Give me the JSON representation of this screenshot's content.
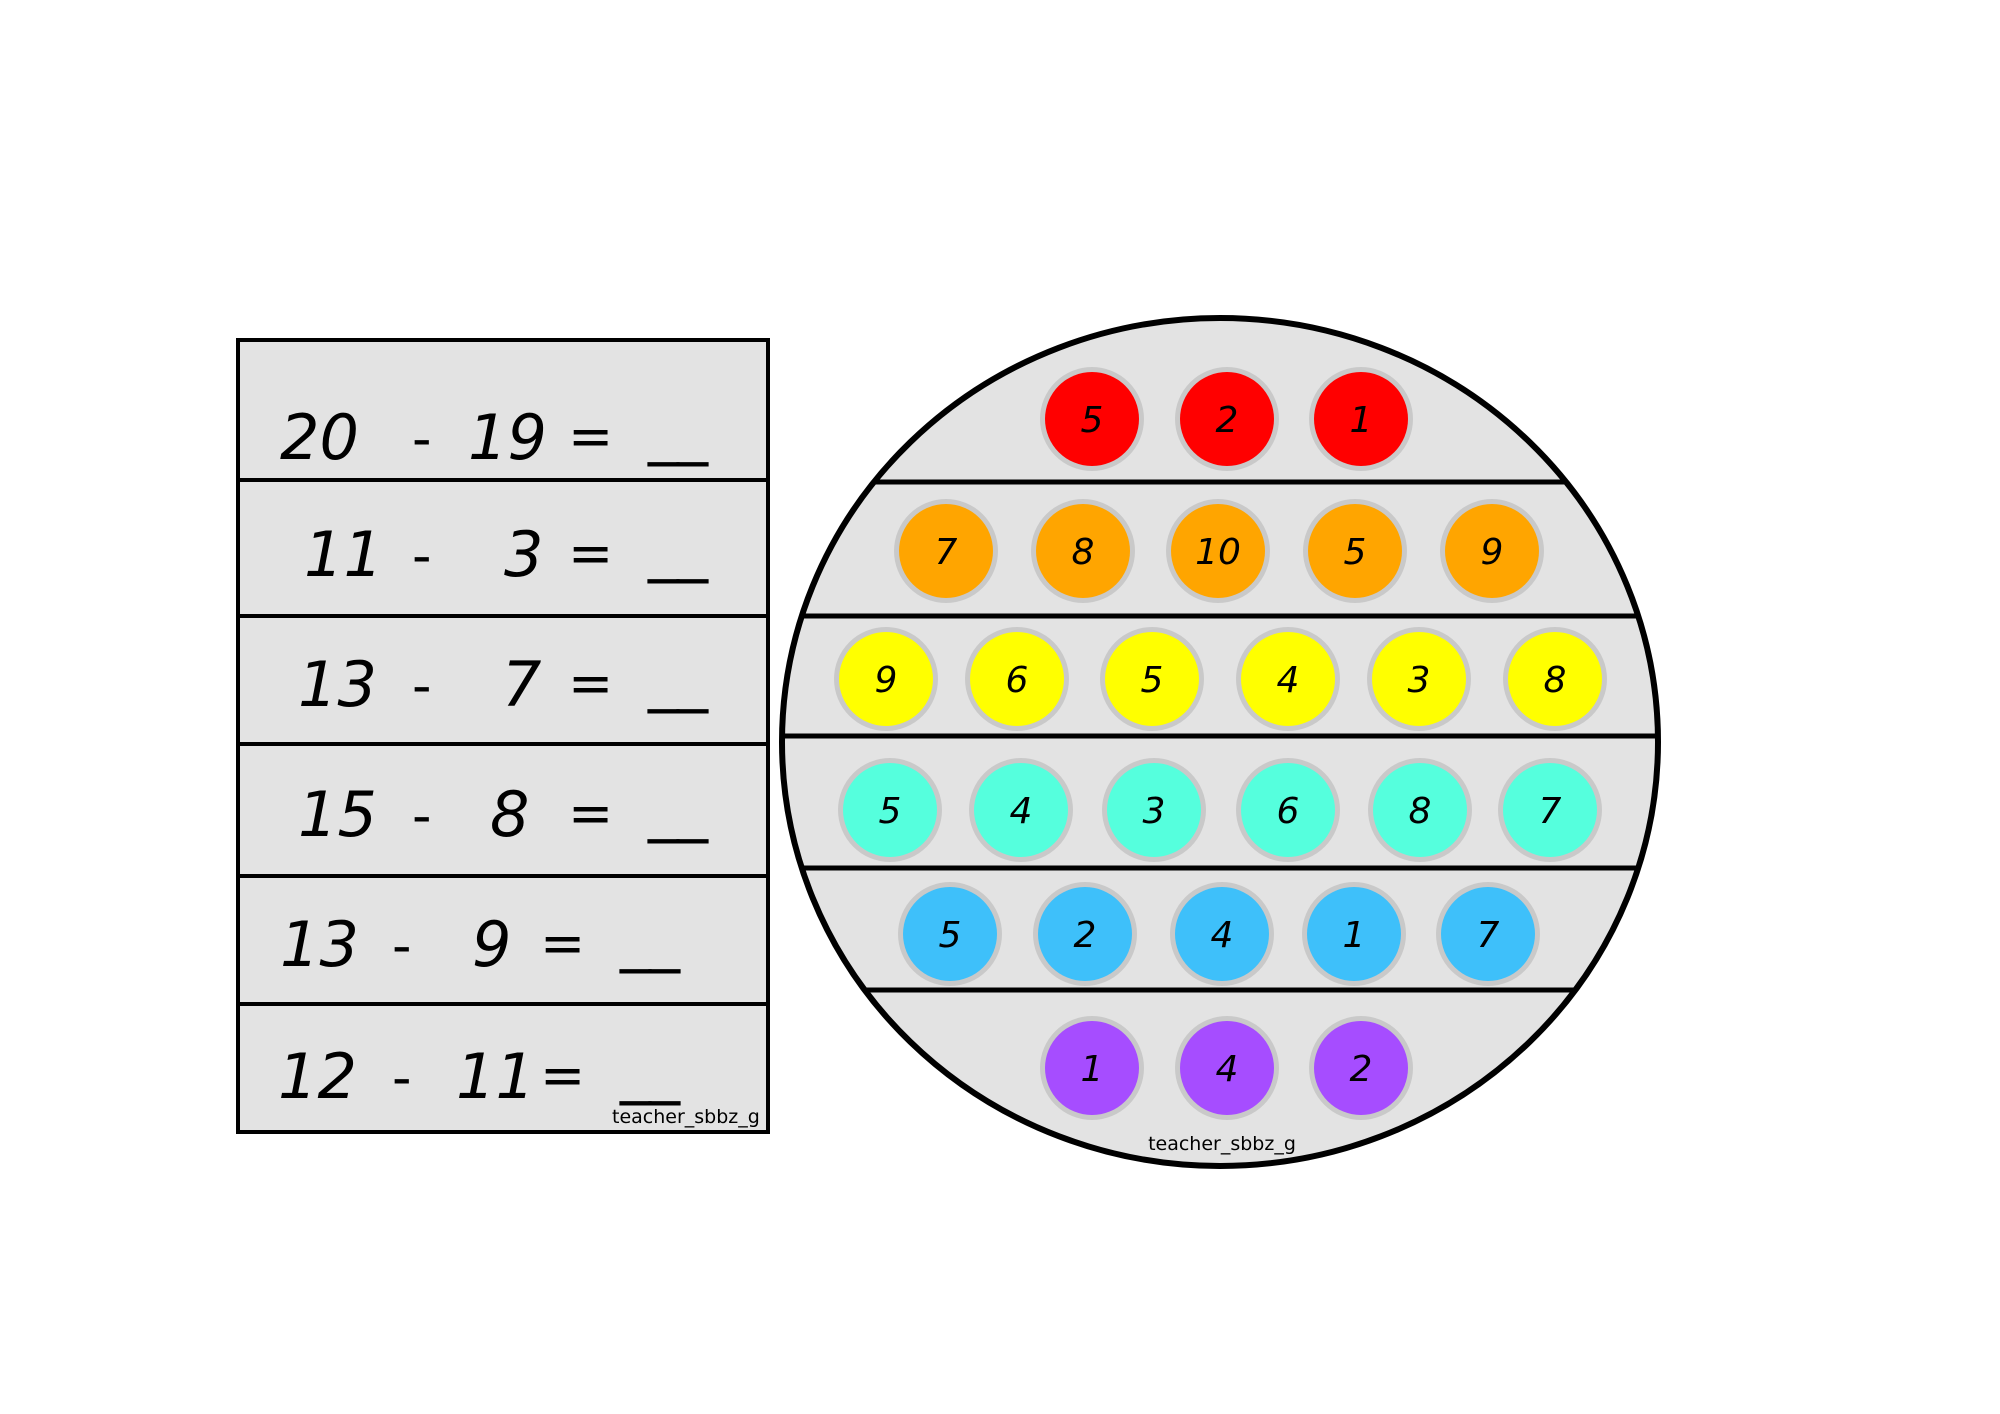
{
  "equations": [
    {
      "a": "20",
      "op": "-",
      "b": "19",
      "eq": "=",
      "blank": "__"
    },
    {
      "a": "11",
      "op": "-",
      "b": "3",
      "eq": "=",
      "blank": "__"
    },
    {
      "a": "13",
      "op": "-",
      "b": "7",
      "eq": "=",
      "blank": "__"
    },
    {
      "a": "15",
      "op": "-",
      "b": "8",
      "eq": "=",
      "blank": "__"
    },
    {
      "a": "13",
      "op": "-",
      "b": "9",
      "eq": "=",
      "blank": "__"
    },
    {
      "a": "12",
      "op": "-",
      "b": "11",
      "eq": "=",
      "blank": "__"
    }
  ],
  "pop_it": {
    "rows": [
      {
        "color": "#ff0000",
        "numbers": [
          "5",
          "2",
          "1"
        ]
      },
      {
        "color": "#ffa500",
        "numbers": [
          "7",
          "8",
          "10",
          "5",
          "9"
        ]
      },
      {
        "color": "#ffff00",
        "numbers": [
          "9",
          "6",
          "5",
          "4",
          "3",
          "8"
        ]
      },
      {
        "color": "#55ffdd",
        "numbers": [
          "5",
          "4",
          "3",
          "6",
          "8",
          "7"
        ]
      },
      {
        "color": "#3ec0fa",
        "numbers": [
          "5",
          "2",
          "4",
          "1",
          "7"
        ]
      },
      {
        "color": "#a64dff",
        "numbers": [
          "1",
          "4",
          "2"
        ]
      }
    ]
  },
  "credits": {
    "card": "teacher_sbbz_g",
    "pop_it": "teacher_sbbz_g"
  },
  "colors": {
    "panel": "#e3e3e3",
    "outline": "#000000",
    "bubble_ring": "#c9c9c9"
  }
}
